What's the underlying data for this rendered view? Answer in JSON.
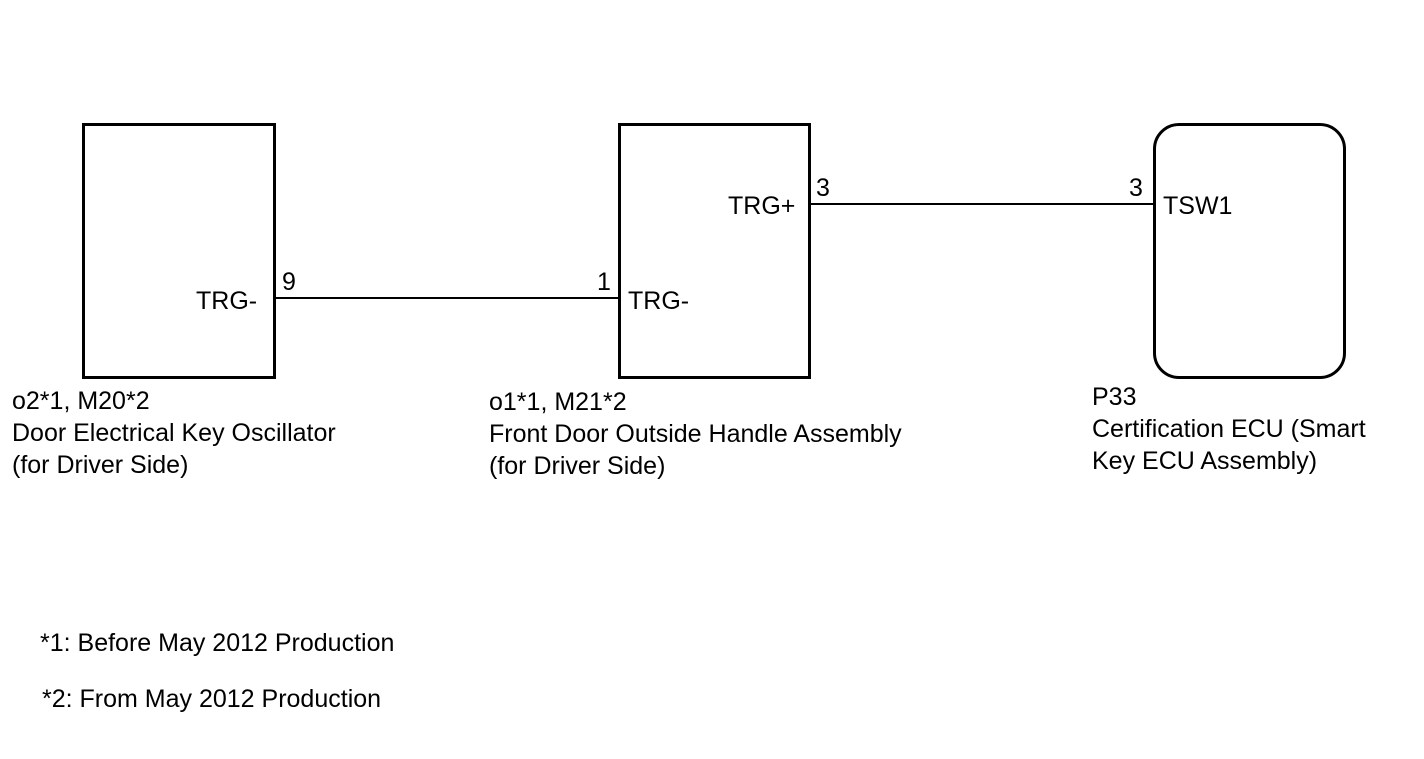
{
  "components": {
    "oscillator": {
      "connector": "o2*1, M20*2",
      "name": "Door Electrical Key Oscillator",
      "name2": "(for Driver Side)",
      "pin_label": "TRG-",
      "pin_number": "9"
    },
    "handle": {
      "connector": "o1*1, M21*2",
      "name": "Front Door Outside Handle Assembly",
      "name2": "(for Driver Side)",
      "pin_left_label": "TRG-",
      "pin_left_number": "1",
      "pin_right_label": "TRG+",
      "pin_right_number": "3"
    },
    "ecu": {
      "connector": "P33",
      "name": "Certification ECU (Smart",
      "name2": "Key ECU Assembly)",
      "pin_label": "TSW1",
      "pin_number": "3"
    }
  },
  "notes": {
    "note1": "*1: Before May 2012 Production",
    "note2": "*2: From May 2012 Production"
  }
}
